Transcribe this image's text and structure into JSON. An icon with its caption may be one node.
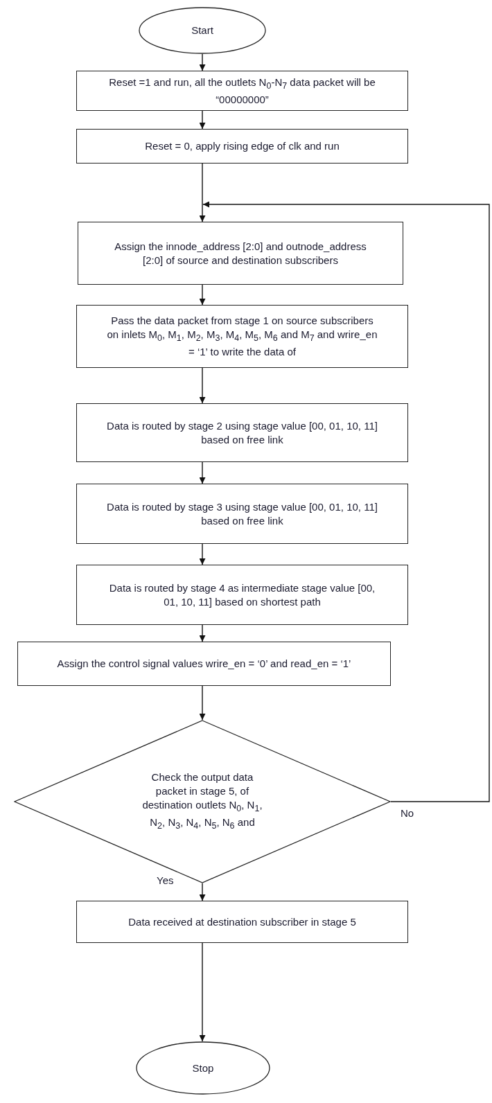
{
  "diagram": {
    "nodes": [
      {
        "text": [
          "Start"
        ]
      },
      {
        "text": [
          "Reset =1 and run, all the outlets N$_{0}$-N$_{7}$ data packet will be “00000000”"
        ]
      },
      {
        "text": [
          "Reset = 0, apply rising edge of clk and run"
        ]
      },
      {
        "text": [
          "Assign the innode_address [2:0] and outnode_address [2:0] of source and destination subscribers"
        ]
      },
      {
        "text": [
          "Pass the data packet from stage 1 on source subscribers on inlets M$_{0}$, M$_{1}$, M$_{2}$, M$_{3}$, M$_{4}$, M$_{5}$, M$_{6}$ and M$_{7}$ and wrire_en = ‘1’ to write the data of"
        ]
      },
      {
        "text": [
          "Data is routed by stage 2 using stage value [00, 01, 10, 11] based on free link"
        ]
      },
      {
        "text": [
          "Data is routed by stage 3 using stage value [00, 01, 10, 11] based on free link"
        ]
      },
      {
        "text": [
          "Data is routed by stage 4 as intermediate stage value [00, 01, 10, 11] based on shortest path"
        ]
      },
      {
        "text": [
          "Assign the control signal values wrire_en = ‘0’ and read_en = ‘1’"
        ]
      },
      {
        "text": [
          "Check the output data packet in stage 5, of destination outlets N$_{0}$, N$_{1}$, N$_{2}$, N$_{3}$, N$_{4}$, N$_{5}$, N$_{6}$ and"
        ]
      },
      {
        "text": [
          "Data received at destination subscriber in stage 5"
        ]
      },
      {
        "text": [
          "Stop"
        ]
      }
    ],
    "edges": [
      {
        "from": 0,
        "to": 1,
        "arrow": "to"
      },
      {
        "from": 1,
        "to": 2,
        "arrow": "to"
      },
      {
        "from": 2,
        "to": 3,
        "arrow": "to"
      },
      {
        "from": 3,
        "to": 4,
        "arrow": "to"
      },
      {
        "from": 4,
        "to": 5,
        "arrow": "to"
      },
      {
        "from": 5,
        "to": 6,
        "arrow": "to"
      },
      {
        "from": 6,
        "to": 7,
        "arrow": "to"
      },
      {
        "from": 7,
        "to": 8,
        "arrow": "to"
      },
      {
        "from": 8,
        "to": 9,
        "arrow": "to"
      },
      {
        "from": 9,
        "to": 10,
        "label": "Yes",
        "arrow": "to"
      },
      {
        "from": 9,
        "to": 3,
        "label": "No",
        "arrow": "to"
      },
      {
        "from": 10,
        "to": 11,
        "arrow": "to"
      }
    ]
  }
}
